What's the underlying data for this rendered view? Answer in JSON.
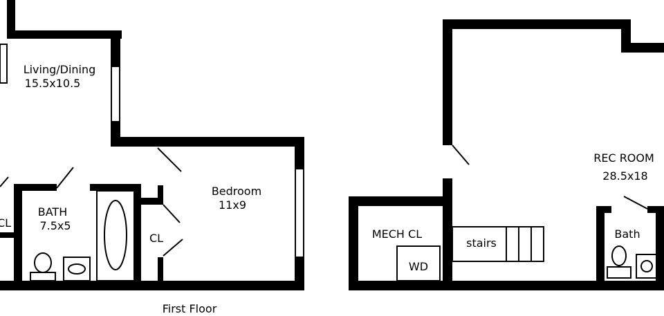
{
  "rooms": {
    "living": {
      "name": "Living/Dining",
      "size": "15.5x10.5"
    },
    "bedroom": {
      "name": "Bedroom",
      "size": "11x9"
    },
    "bath": {
      "name": "BATH",
      "size": "7.5x5"
    },
    "closet_bath": "CL",
    "closet_bedroom": "CL",
    "mech": "MECH CL",
    "washer_dryer": "WD",
    "stairs": "stairs",
    "rec": {
      "name": "REC ROOM",
      "size": "28.5x18"
    },
    "bath_lower": "Bath"
  },
  "captions": {
    "first_floor": "First Floor"
  },
  "colors": {
    "wall": "#000000",
    "background": "#ffffff"
  }
}
